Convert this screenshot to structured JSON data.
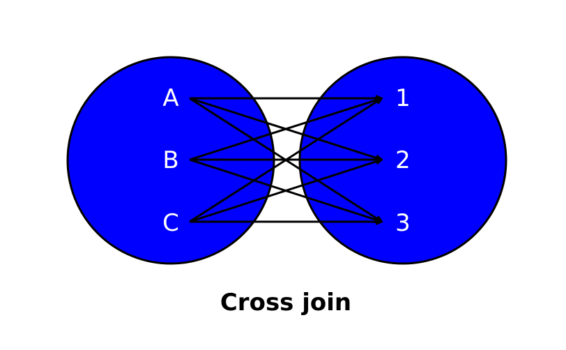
{
  "left_set": {
    "items": [
      "A",
      "B",
      "C"
    ]
  },
  "right_set": {
    "items": [
      "1",
      "2",
      "3"
    ]
  },
  "caption": "Cross join",
  "colors": {
    "set_fill": "#0000ff",
    "outline": "#000000",
    "label": "#ffffff",
    "background": "#ffffff"
  }
}
